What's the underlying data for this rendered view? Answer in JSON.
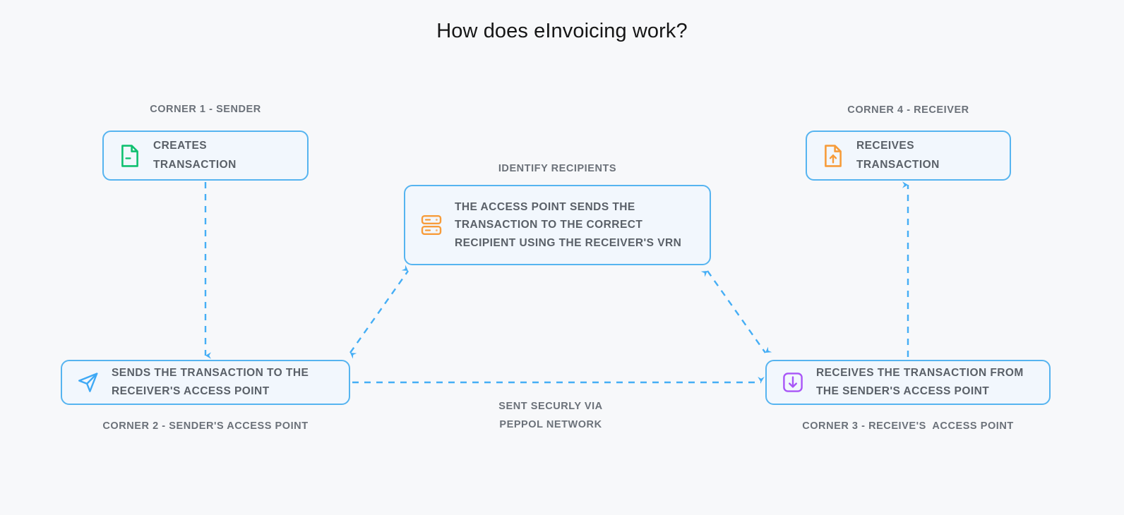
{
  "page": {
    "title": "How does eInvoicing work?",
    "background_color": "#f7f8fa"
  },
  "colors": {
    "accent_blue": "#56b4f0",
    "connector_blue": "#45aef5",
    "box_fill": "#f2f7fd",
    "text_gray": "#5a6068",
    "caption_gray": "#6b7179",
    "icon_green": "#0fc070",
    "icon_orange": "#f79c3a",
    "icon_blue": "#3fa9f5",
    "icon_purple": "#a855f7"
  },
  "nodes": {
    "sender": {
      "caption": "CORNER 1 - SENDER",
      "text": "CREATES TRANSACTION",
      "icon": "document-icon",
      "icon_color": "#0fc070"
    },
    "receiver": {
      "caption": "CORNER 4 - RECEIVER",
      "text": "RECEIVES TRANSACTION",
      "icon": "document-upload-icon",
      "icon_color": "#f79c3a"
    },
    "access_point": {
      "caption": "IDENTIFY RECIPIENTS",
      "text": "THE ACCESS POINT SENDS THE\nTRANSACTION TO THE CORRECT\nRECIPIENT USING THE RECEIVER'S VRN",
      "icon": "server-icon",
      "icon_color": "#f79c3a"
    },
    "sender_access_point": {
      "caption": "CORNER 2 - SENDER'S ACCESS POINT",
      "text": "SENDS THE TRANSACTION TO THE\nRECEIVER'S ACCESS POINT",
      "icon": "send-icon",
      "icon_color": "#3fa9f5"
    },
    "receiver_access_point": {
      "caption": "CORNER 3 - RECEIVE'S  ACCESS POINT",
      "text": "RECEIVES THE TRANSACTION FROM\nTHE SENDER'S ACCESS POINT",
      "icon": "download-icon",
      "icon_color": "#a855f7"
    }
  },
  "connectors": {
    "network_label": "SENT SECURLY VIA\nPEPPOL NETWORK"
  }
}
